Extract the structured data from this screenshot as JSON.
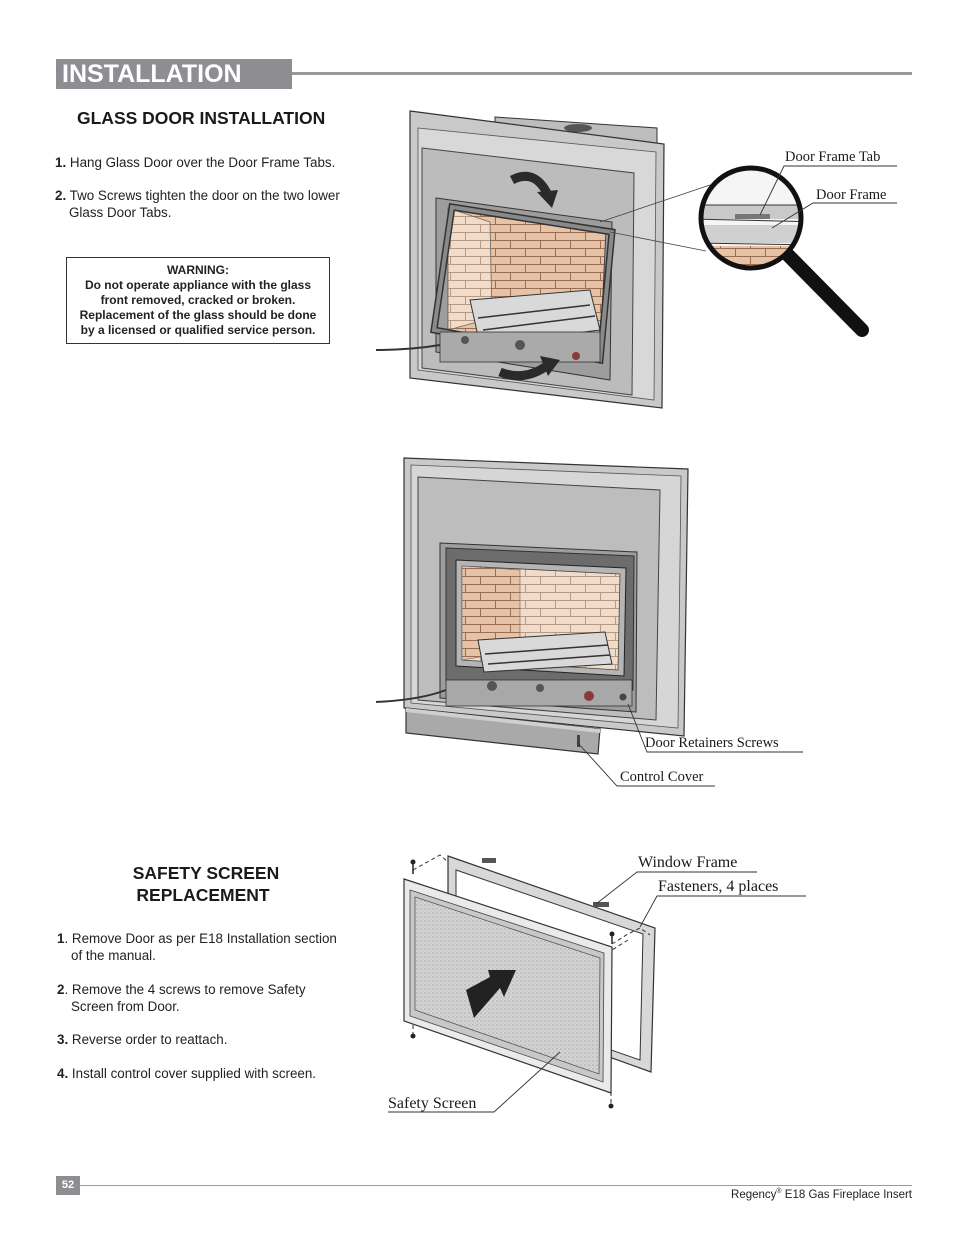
{
  "header": {
    "title": "INSTALLATION"
  },
  "glass_door": {
    "heading": "GLASS DOOR INSTALLATION",
    "steps": [
      {
        "num": "1.",
        "text": "Hang Glass Door over the Door Frame Tabs."
      },
      {
        "num": "2.",
        "text": "Two Screws tighten the door on the two lower",
        "text2": "Glass Door Tabs."
      }
    ],
    "warning": {
      "title": "WARNING:",
      "lines": [
        "Do not operate appliance with the glass",
        "front removed, cracked or broken.",
        "Replacement of the glass should be done",
        "by a licensed or qualified service person."
      ]
    }
  },
  "figure1": {
    "callouts": [
      "Door Frame Tab",
      "Door Frame"
    ]
  },
  "figure2": {
    "callouts": [
      "Door Retainers Screws",
      "Control Cover"
    ]
  },
  "safety_screen": {
    "heading_line1": "SAFETY SCREEN",
    "heading_line2": "REPLACEMENT",
    "steps": [
      {
        "num": "1",
        "text": ". Remove Door as per E18 Installation section",
        "text2": "of the manual."
      },
      {
        "num": "2",
        "text": ". Remove the 4 screws to remove Safety",
        "text2": "Screen from Door."
      },
      {
        "num": "3.",
        "text": "Reverse order to reattach."
      },
      {
        "num": "4.",
        "text": "Install control cover supplied with screen."
      }
    ]
  },
  "figure3": {
    "callouts": [
      "Window Frame",
      "Fasteners, 4 places",
      "Safety Screen"
    ]
  },
  "footer": {
    "page": "52",
    "brand": "Regency",
    "reg": "®",
    "product": " E18 Gas Fireplace Insert"
  }
}
